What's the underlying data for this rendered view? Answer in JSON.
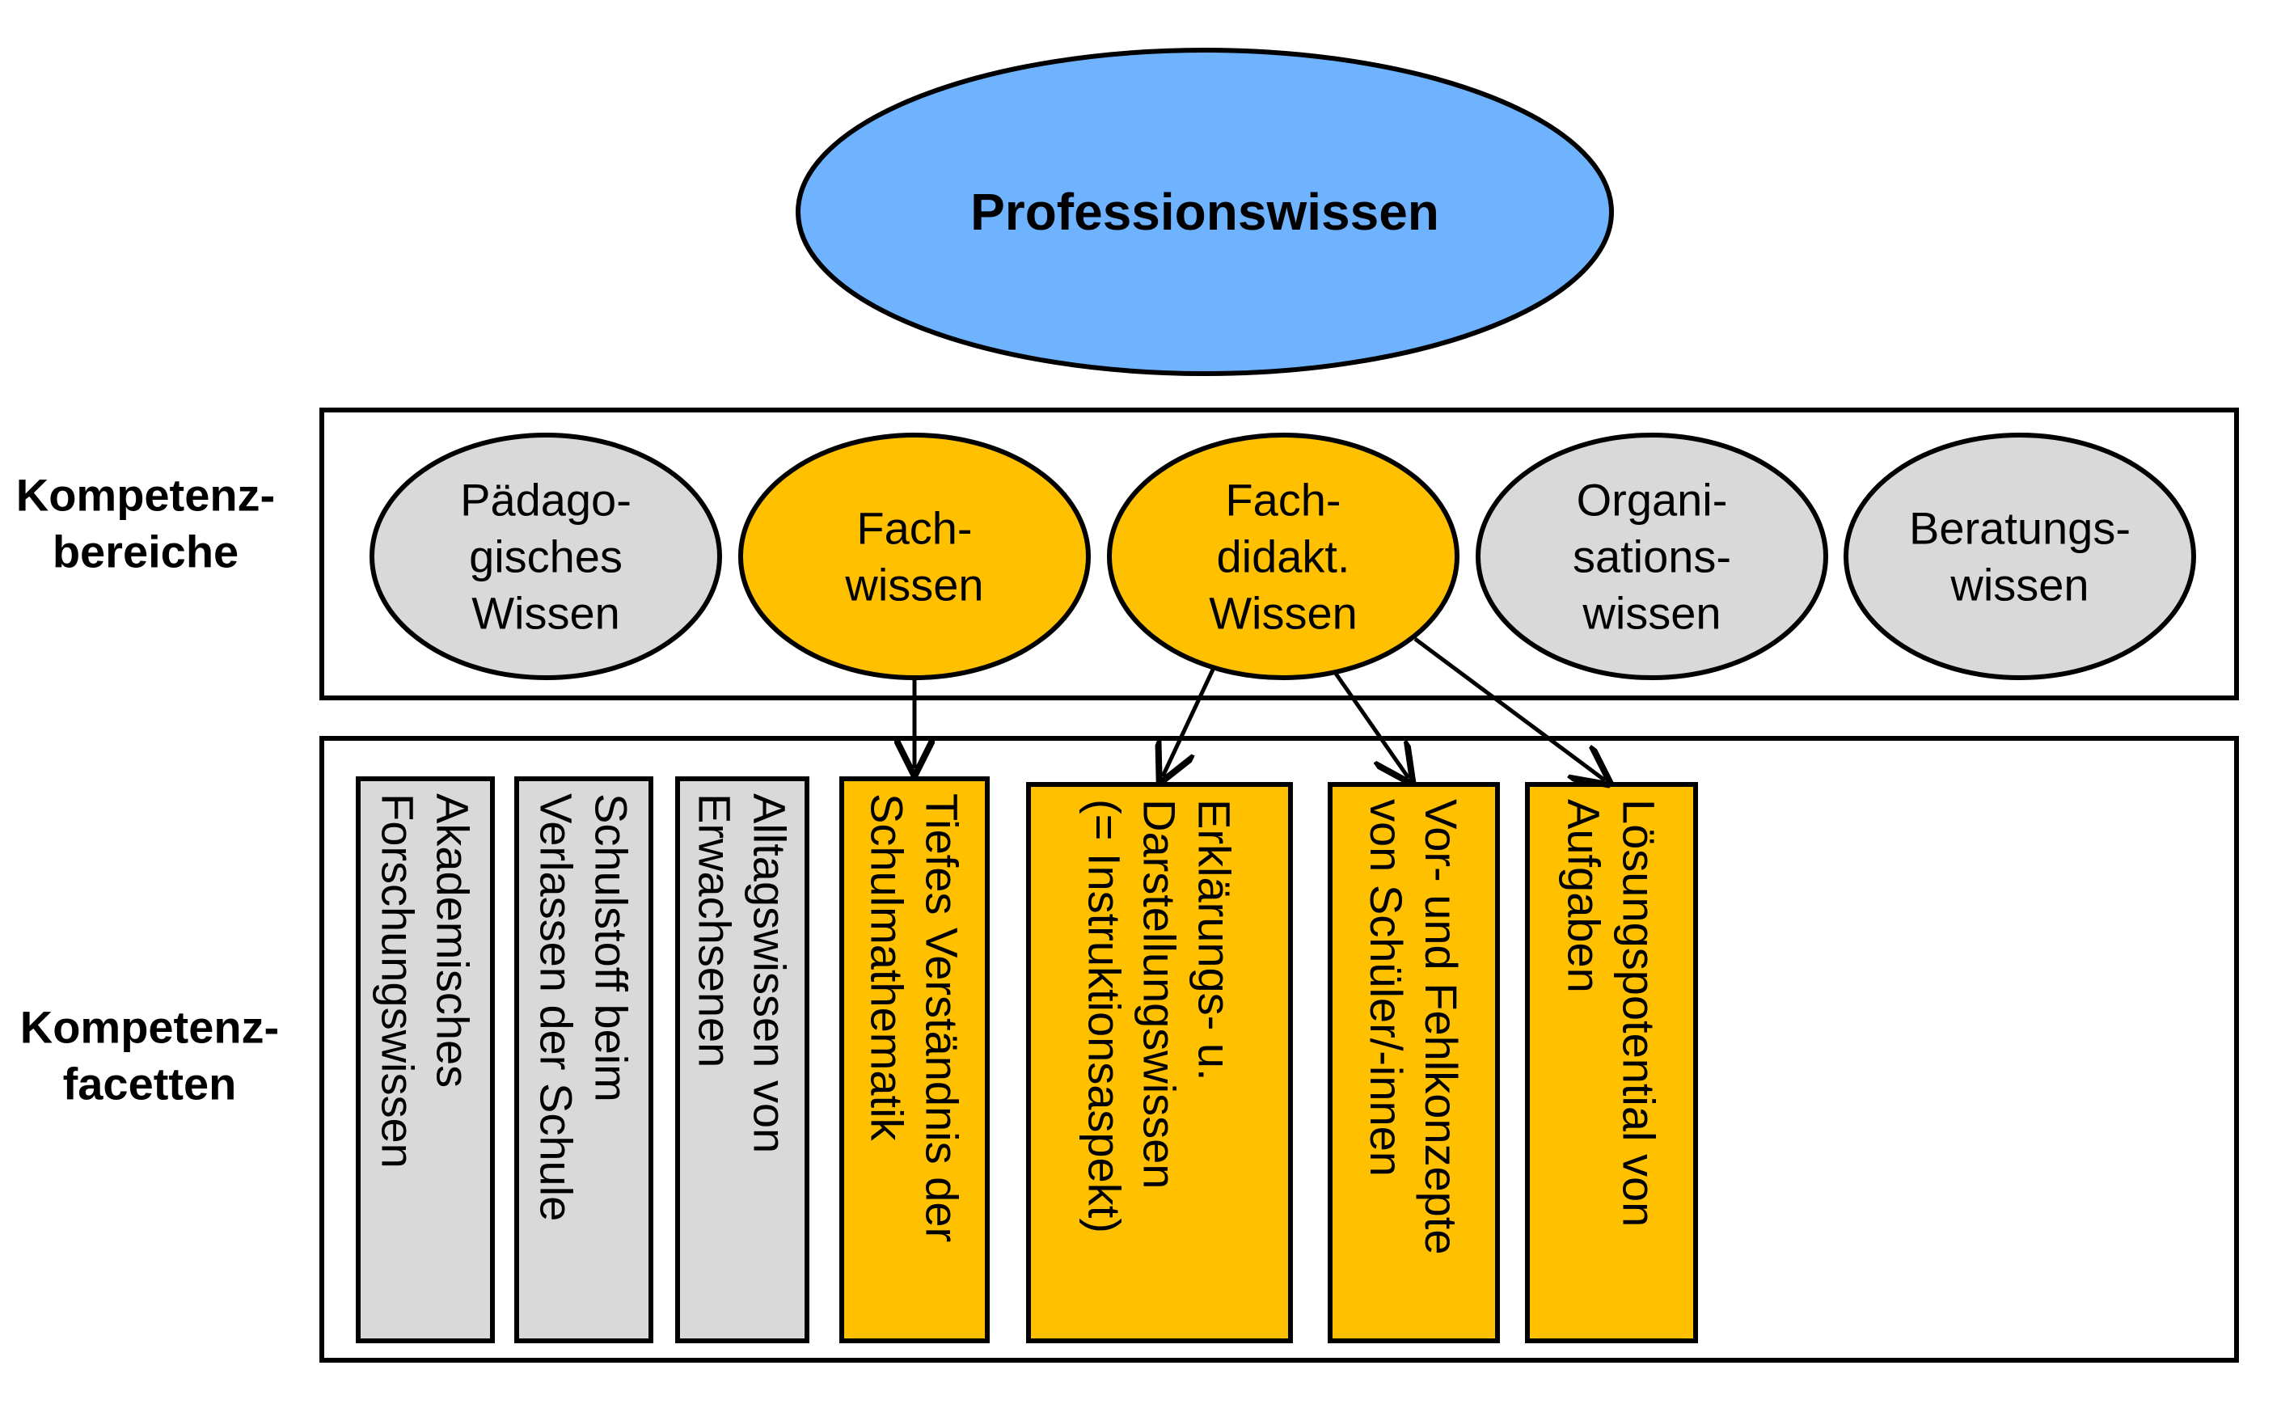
{
  "root": {
    "label": "Professionswissen",
    "color": "#6FB3FF"
  },
  "side_labels": {
    "bereiche": [
      "Kompetenz-",
      "bereiche"
    ],
    "facetten": [
      "Kompetenz-",
      "facetten"
    ]
  },
  "colors": {
    "grey": "#D9D9D9",
    "orange": "#FFC000",
    "stroke": "#000000"
  },
  "bereiche": [
    {
      "id": "paedagogisch",
      "lines": [
        "Pädago-",
        "gisches",
        "Wissen"
      ],
      "highlight": false
    },
    {
      "id": "fachwissen",
      "lines": [
        "Fach-",
        "wissen"
      ],
      "highlight": true
    },
    {
      "id": "fachdidaktik",
      "lines": [
        "Fach-",
        "didakt.",
        "Wissen"
      ],
      "highlight": true
    },
    {
      "id": "organisation",
      "lines": [
        "Organi-",
        "sations-",
        "wissen"
      ],
      "highlight": false
    },
    {
      "id": "beratung",
      "lines": [
        "Beratungs-",
        "wissen"
      ],
      "highlight": false
    }
  ],
  "facetten": [
    {
      "id": "akademisch",
      "lines": [
        "Akademisches",
        "Forschungswissen"
      ],
      "highlight": false
    },
    {
      "id": "schulstoff",
      "lines": [
        "Schulstoff beim",
        "Verlassen der Schule"
      ],
      "highlight": false
    },
    {
      "id": "alltag",
      "lines": [
        "Alltagswissen von",
        "Erwachsenen"
      ],
      "highlight": false
    },
    {
      "id": "tiefes",
      "lines": [
        "Tiefes Verständnis der",
        "Schulmathematik"
      ],
      "highlight": true
    },
    {
      "id": "erklaerung",
      "lines": [
        "Erklärungs- u.",
        "Darstellungswissen",
        "(= Instruktionsaspekt)"
      ],
      "highlight": true
    },
    {
      "id": "fehlkonzepte",
      "lines": [
        "Vor- und Fehlkonzepte",
        "von Schüler/-innen"
      ],
      "highlight": true
    },
    {
      "id": "aufgaben",
      "lines": [
        "Lösungspotential von",
        "Aufgaben"
      ],
      "highlight": true
    }
  ]
}
